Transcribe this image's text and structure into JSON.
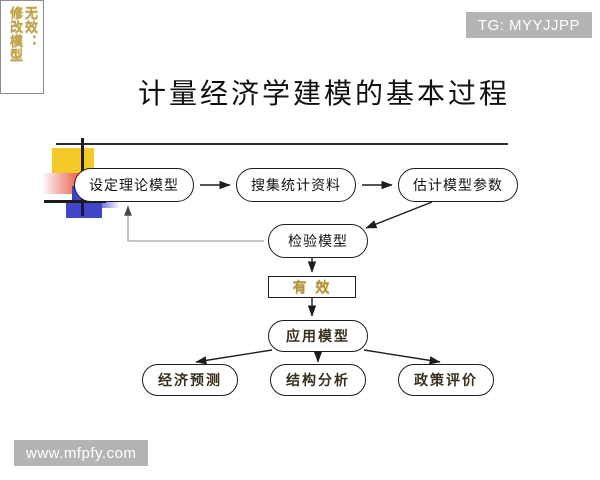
{
  "watermarks": {
    "top_right": "TG: MYYJJPP",
    "bottom_left": "www.mfpfy.com"
  },
  "title": {
    "text": "计量经济学建模的基本过程"
  },
  "colors": {
    "background": "#ffffff",
    "node_border": "#1d1d1d",
    "text_black": "#141414",
    "text_gold": "#b59433",
    "text_dark_bold": "#3a3020",
    "feedback_line": "#a8a8a8",
    "watermark_bg": "#b4b4b4",
    "logo_yellow": "#f4ca2a",
    "logo_red": "#e8553a",
    "logo_blue": "#3f46c8",
    "rule": "#2a2a2a"
  },
  "diagram": {
    "type": "flowchart",
    "nodes": [
      {
        "id": "theory",
        "label": "设定理论模型",
        "shape": "pill"
      },
      {
        "id": "collect",
        "label": "搜集统计资料",
        "shape": "pill"
      },
      {
        "id": "estimate",
        "label": "估计模型参数",
        "shape": "pill"
      },
      {
        "id": "test",
        "label": "检验模型",
        "shape": "pill"
      },
      {
        "id": "valid",
        "label": "有 效",
        "shape": "rect"
      },
      {
        "id": "apply",
        "label": "应用模型",
        "shape": "pill"
      },
      {
        "id": "forecast",
        "label": "经济预测",
        "shape": "pill"
      },
      {
        "id": "structure",
        "label": "结构分析",
        "shape": "pill"
      },
      {
        "id": "policy",
        "label": "政策评价",
        "shape": "pill"
      },
      {
        "id": "invalid",
        "label": "无效：修改模型",
        "shape": "rect",
        "column_right": "无效：",
        "column_left": "修改模型",
        "orientation": "vertical"
      }
    ],
    "edges": [
      {
        "from": "theory",
        "to": "collect",
        "style": "arrow"
      },
      {
        "from": "collect",
        "to": "estimate",
        "style": "arrow"
      },
      {
        "from": "estimate",
        "to": "test",
        "style": "arrow-diagonal"
      },
      {
        "from": "test",
        "to": "valid",
        "style": "arrow"
      },
      {
        "from": "valid",
        "to": "apply",
        "style": "arrow"
      },
      {
        "from": "apply",
        "to": "forecast",
        "style": "arrow-diagonal"
      },
      {
        "from": "apply",
        "to": "structure",
        "style": "arrow"
      },
      {
        "from": "apply",
        "to": "policy",
        "style": "arrow-diagonal"
      },
      {
        "from": "test",
        "to": "theory",
        "style": "feedback",
        "via": "invalid"
      }
    ]
  }
}
